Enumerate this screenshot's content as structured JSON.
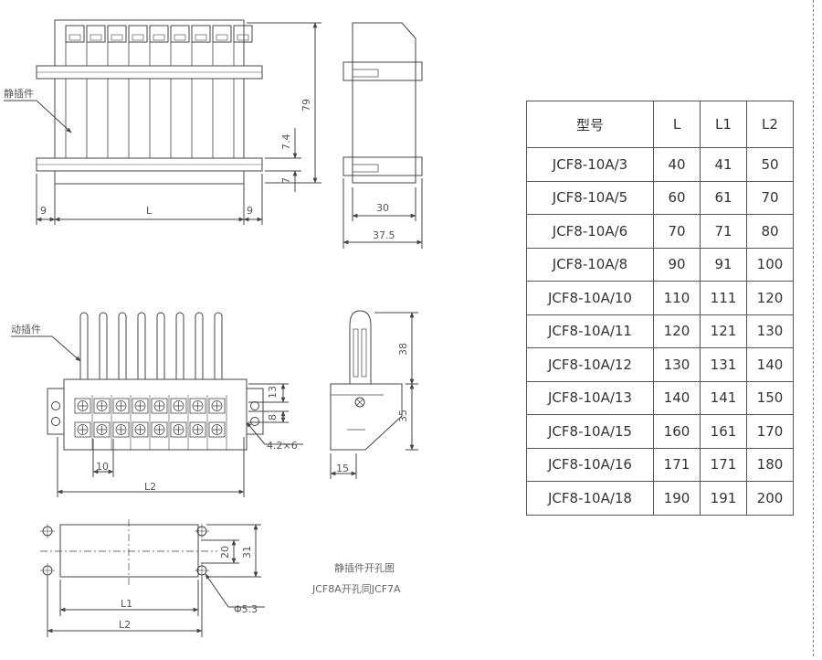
{
  "labels": {
    "static_part": "静插件",
    "moving_part": "动插件",
    "hole_title": "静插件开孔图",
    "hole_note": "JCF8A开孔同JCF7A"
  },
  "dims": {
    "d9_left": "9",
    "dL": "L",
    "d9_right": "9",
    "d79": "79",
    "d74": "7.4",
    "d7": "7",
    "d30": "30",
    "d375": "37.5",
    "d13": "13",
    "d8": "8",
    "d42x6": "4.2×6",
    "d10": "10",
    "dL2": "L2",
    "d38": "38",
    "d35": "35",
    "d15": "15",
    "d20": "20",
    "d31": "31",
    "hL1": "L1",
    "hL2": "L2",
    "phi": "Φ5.3"
  },
  "table": {
    "headers": [
      "型号",
      "L",
      "L1",
      "L2"
    ],
    "rows": [
      [
        "JCF8-10A/3",
        "40",
        "41",
        "50"
      ],
      [
        "JCF8-10A/5",
        "60",
        "61",
        "70"
      ],
      [
        "JCF8-10A/6",
        "70",
        "71",
        "80"
      ],
      [
        "JCF8-10A/8",
        "90",
        "91",
        "100"
      ],
      [
        "JCF8-10A/10",
        "110",
        "111",
        "120"
      ],
      [
        "JCF8-10A/11",
        "120",
        "121",
        "130"
      ],
      [
        "JCF8-10A/12",
        "130",
        "131",
        "140"
      ],
      [
        "JCF8-10A/13",
        "140",
        "141",
        "150"
      ],
      [
        "JCF8-10A/15",
        "160",
        "161",
        "170"
      ],
      [
        "JCF8-10A/16",
        "171",
        "171",
        "180"
      ],
      [
        "JCF8-10A/18",
        "190",
        "191",
        "200"
      ]
    ]
  }
}
